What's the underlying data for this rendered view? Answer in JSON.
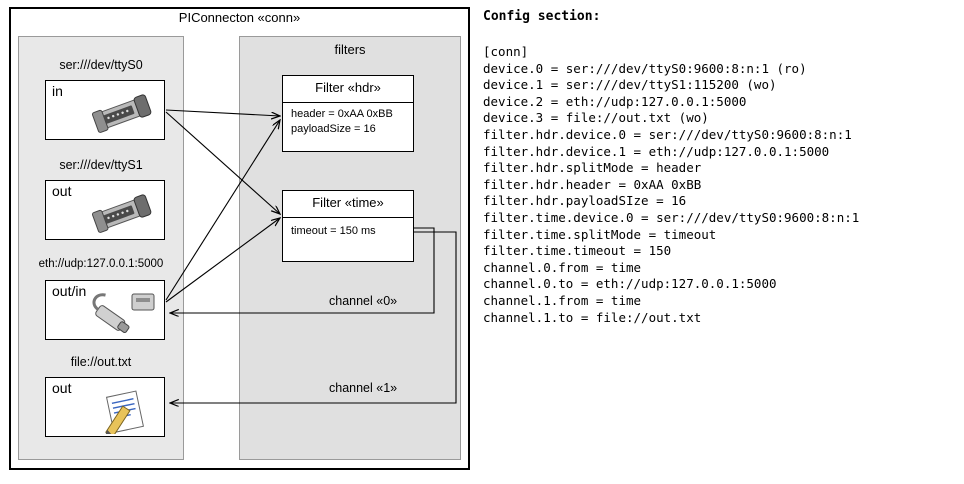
{
  "diagram": {
    "outer_title": "PIConnecton «conn»",
    "devices": [
      {
        "label": "ser:///dev/ttyS0",
        "caption": "in",
        "icon": "serial-port-icon"
      },
      {
        "label": "ser:///dev/ttyS1",
        "caption": "out",
        "icon": "serial-port-icon"
      },
      {
        "label": "eth://udp:127.0.0.1:5000",
        "caption": "out/in",
        "icon": "network-plug-icon"
      },
      {
        "label": "file://out.txt",
        "caption": "out",
        "icon": "text-file-icon"
      }
    ],
    "filters_title": "filters",
    "filters": [
      {
        "title": "Filter «hdr»",
        "lines": [
          "header = 0xAA 0xBB",
          "payloadSize = 16"
        ]
      },
      {
        "title": "Filter «time»",
        "lines": [
          "timeout = 150 ms"
        ]
      }
    ],
    "channels": [
      {
        "label": "channel «0»"
      },
      {
        "label": "channel «1»"
      }
    ]
  },
  "config": {
    "title": "Config section:",
    "text": "[conn]\ndevice.0 = ser:///dev/ttyS0:9600:8:n:1 (ro)\ndevice.1 = ser:///dev/ttyS1:115200 (wo)\ndevice.2 = eth://udp:127.0.0.1:5000\ndevice.3 = file://out.txt (wo)\nfilter.hdr.device.0 = ser:///dev/ttyS0:9600:8:n:1\nfilter.hdr.device.1 = eth://udp:127.0.0.1:5000\nfilter.hdr.splitMode = header\nfilter.hdr.header = 0xAA 0xBB\nfilter.hdr.payloadSIze = 16\nfilter.time.device.0 = ser:///dev/ttyS0:9600:8:n:1\nfilter.time.splitMode = timeout\nfilter.time.timeout = 150\nchannel.0.from = time\nchannel.0.to = eth://udp:127.0.0.1:5000\nchannel.1.from = time\nchannel.1.to = file://out.txt"
  }
}
